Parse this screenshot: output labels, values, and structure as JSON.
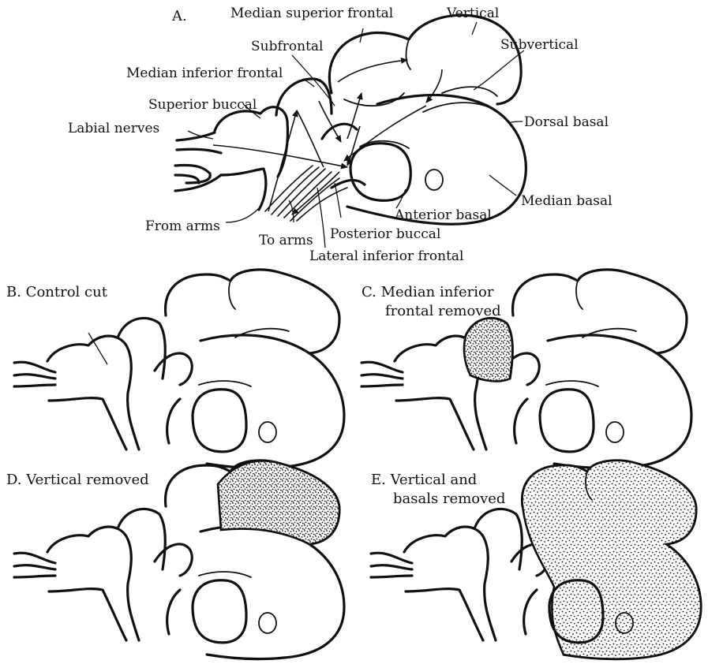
{
  "panels": [
    {
      "id": "A",
      "title": "A."
    },
    {
      "id": "B",
      "title": "B.  Control cut"
    },
    {
      "id": "C",
      "title_lines": [
        "C.  Median inferior",
        "frontal removed"
      ]
    },
    {
      "id": "D",
      "title": "D.  Vertical removed"
    },
    {
      "id": "E",
      "title_lines": [
        "E.  Vertical and",
        "basals removed"
      ]
    }
  ],
  "labels": {
    "median_superior_frontal": "Median superior frontal",
    "vertical": "Vertical",
    "subvertical": "Subvertical",
    "subfrontal": "Subfrontal",
    "median_inferior_frontal": "Median inferior frontal",
    "superior_buccal": "Superior buccal",
    "labial_nerves": "Labial nerves",
    "dorsal_basal": "Dorsal basal",
    "median_basal": "Median basal",
    "anterior_basal": "Anterior basal",
    "from_arms": "From arms",
    "to_arms": "To arms",
    "posterior_buccal": "Posterior buccal",
    "lateral_inferior_frontal": "Lateral inferior frontal"
  },
  "removed_regions": {
    "C": [
      "median inferior frontal"
    ],
    "D": [
      "vertical"
    ],
    "E": [
      "vertical",
      "basals"
    ]
  },
  "colors": {
    "ink": "#111111",
    "paper": "#ffffff"
  }
}
